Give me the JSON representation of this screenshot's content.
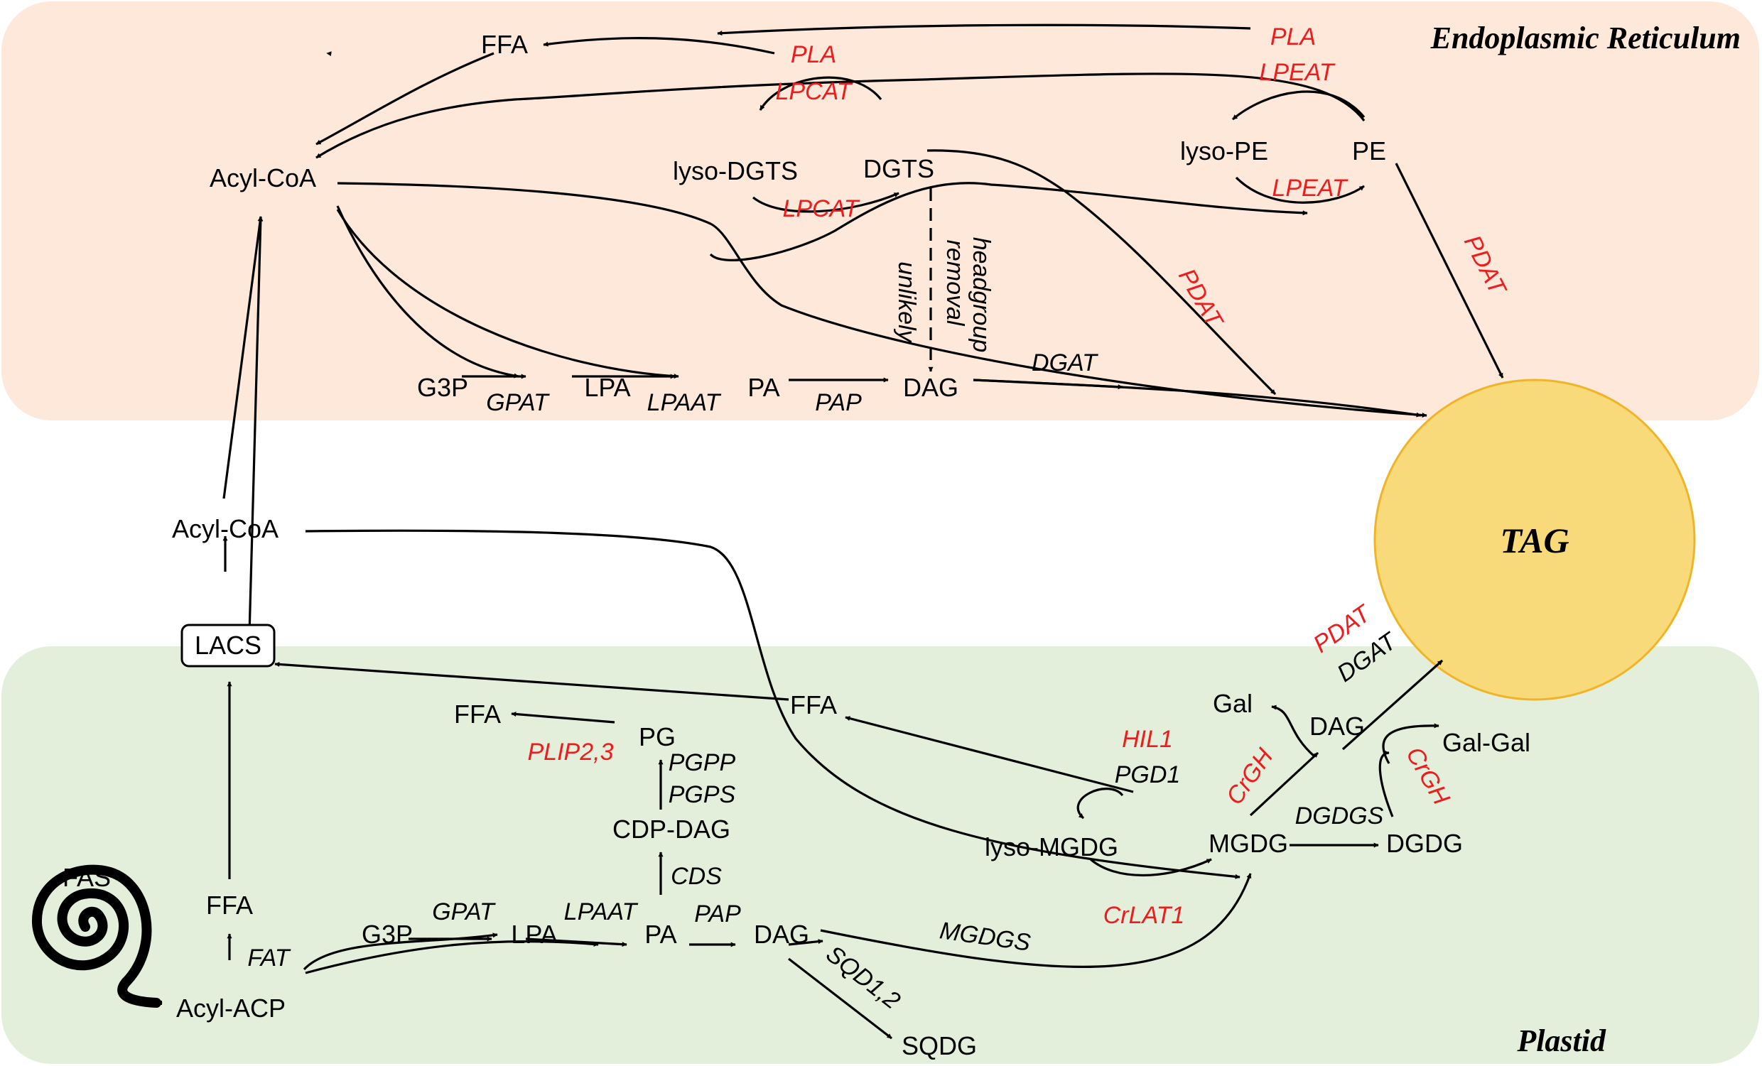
{
  "colors": {
    "er_background": "#fde8da",
    "plastid_background": "#e3efda",
    "tag_fill": "#f9da7a",
    "tag_stroke": "#f0b428",
    "regulator_red": "#ee1c1c"
  },
  "compartments": {
    "er": "Endoplasmic Reticulum",
    "plastid": "Plastid"
  },
  "tag": "TAG",
  "er": {
    "ffa": "FFA",
    "acyl_coa": "Acyl-CoA",
    "lyso_dgts": "lyso-DGTS",
    "dgts": "DGTS",
    "lyso_pe": "lyso-PE",
    "pe": "PE",
    "g3p": "G3P",
    "lpa": "LPA",
    "pa": "PA",
    "dag": "DAG",
    "pla_1": "PLA",
    "lpcat_1": "LPCAT",
    "lpcat_2": "LPCAT",
    "pla_2": "PLA",
    "lpeat_1": "LPEAT",
    "lpeat_2": "LPEAT",
    "pdat_1": "PDAT",
    "pdat_2": "PDAT",
    "gpat": "GPAT",
    "lpaat": "LPAAT",
    "pap": "PAP",
    "dgat": "DGAT",
    "headgroup_note": [
      "headgroup",
      "removal",
      "unlikely"
    ]
  },
  "transit": {
    "acyl_coa": "Acyl-CoA",
    "lacs": "LACS"
  },
  "plastid": {
    "fas": "FAS",
    "acyl_acp": "Acyl-ACP",
    "ffa_left": "FFA",
    "fat": "FAT",
    "g3p": "G3P",
    "lpa": "LPA",
    "pa": "PA",
    "dag": "DAG",
    "sqdg": "SQDG",
    "cdp_dag": "CDP-DAG",
    "pg": "PG",
    "ffa_mid": "FFA",
    "ffa_right": "FFA",
    "lyso_mgdg": "lyso-MGDG",
    "mgdg": "MGDG",
    "dgdg": "DGDG",
    "dag_right": "DAG",
    "gal": "Gal",
    "gal_gal": "Gal-Gal",
    "gpat": "GPAT",
    "lpaat": "LPAAT",
    "pap": "PAP",
    "cds": "CDS",
    "pgps": "PGPS",
    "pgpp": "PGPP",
    "plip": "PLIP2,3",
    "sqd": "SQD1,2",
    "mgdgs": "MGDGS",
    "dgdgs": "DGDGS",
    "hil1": "HIL1",
    "pgd1": "PGD1",
    "crlat1": "CrLAT1",
    "crgh_1": "CrGH",
    "crgh_2": "CrGH",
    "pdat": "PDAT",
    "dgat": "DGAT"
  }
}
